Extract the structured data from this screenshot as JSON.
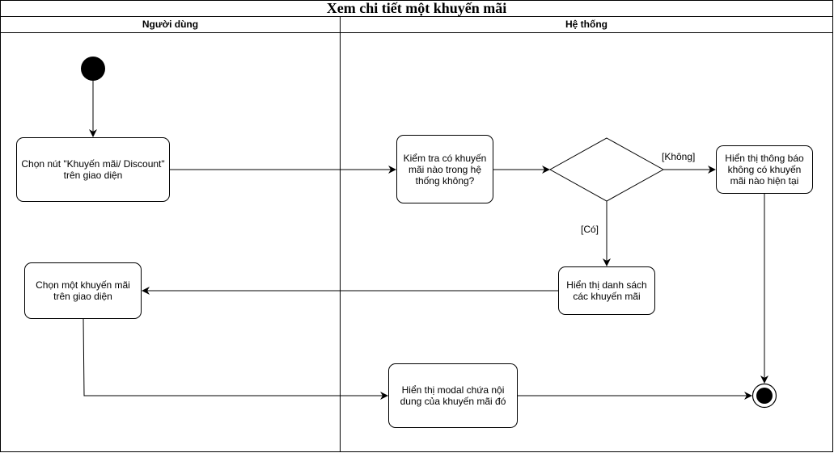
{
  "title": "Xem chi tiết một khuyến mãi",
  "lanes": {
    "user": "Người dùng",
    "system": "Hệ thống"
  },
  "actions": {
    "click_promo": "Chọn nút \"Khuyến mãi/ Discount\" trên giao diện",
    "check_promo": "Kiểm tra có khuyến mãi nào trong hệ thống không?",
    "show_no_promo": "Hiển thị thông báo không có khuyến mãi nào hiện tại",
    "choose_promo": "Chọn một khuyến mãi trên giao diện",
    "show_list": "Hiển thị danh sách các khuyến mãi",
    "show_modal": "Hiển thị modal chứa nội dung của khuyến mãi đó"
  },
  "guards": {
    "no": "[Không]",
    "yes": "[Có]"
  }
}
